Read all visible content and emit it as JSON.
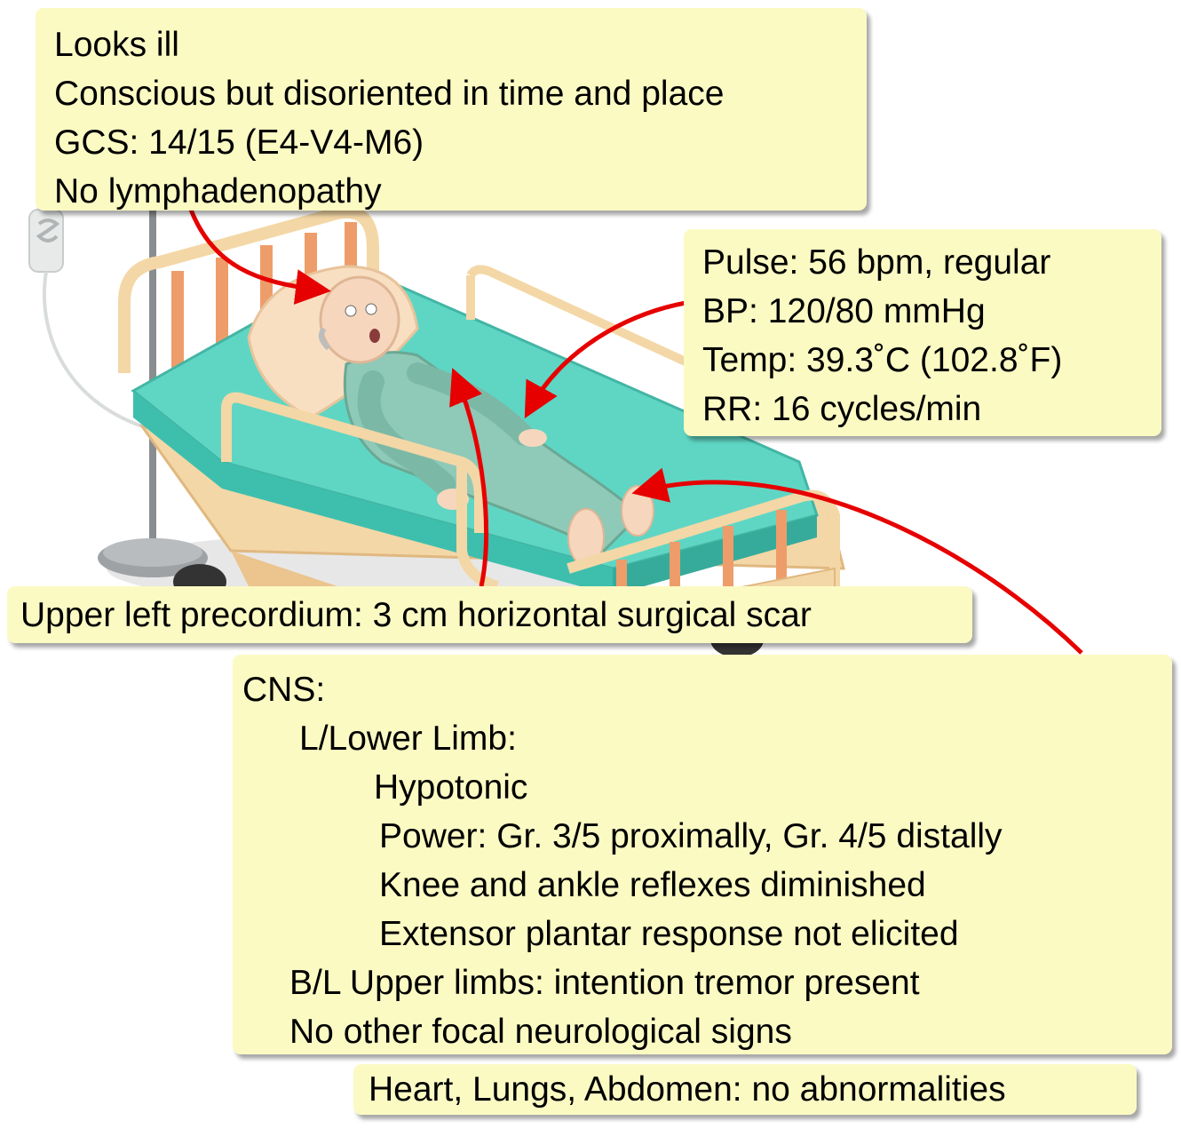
{
  "notes": {
    "general": [
      "Looks ill",
      "Conscious but disoriented in time and place",
      "GCS: 14/15 (E4-V4-M6)",
      "No lymphadenopathy"
    ],
    "vitals": [
      "Pulse: 56 bpm, regular",
      "BP: 120/80 mmHg",
      "Temp: 39.3˚C (102.8˚F)",
      "RR: 16 cycles/min"
    ],
    "scar": "Upper left precordium: 3 cm horizontal surgical scar",
    "cns": [
      "CNS:",
      "L/Lower Limb:",
      "Hypotonic",
      "Power: Gr. 3/5 proximally, Gr. 4/5 distally",
      "Knee and ankle reflexes diminished",
      "Extensor plantar response not elicited",
      "B/L Upper limbs: intention tremor present",
      "No other focal neurological signs"
    ],
    "systems": "Heart, Lungs, Abdomen: no abnormalities"
  },
  "illustration": {
    "subject": "elderly-patient-lying-in-hospital-bed-with-iv-drip",
    "colors": {
      "note_fill": "#fbfac3",
      "arrow": "#e60000",
      "mattress": "#5fd6c4",
      "bed_frame": "#f2c98a",
      "bed_rails": "#ee9d6a",
      "gown": "#8fc9b7",
      "skin": "#f6d7bd"
    }
  }
}
